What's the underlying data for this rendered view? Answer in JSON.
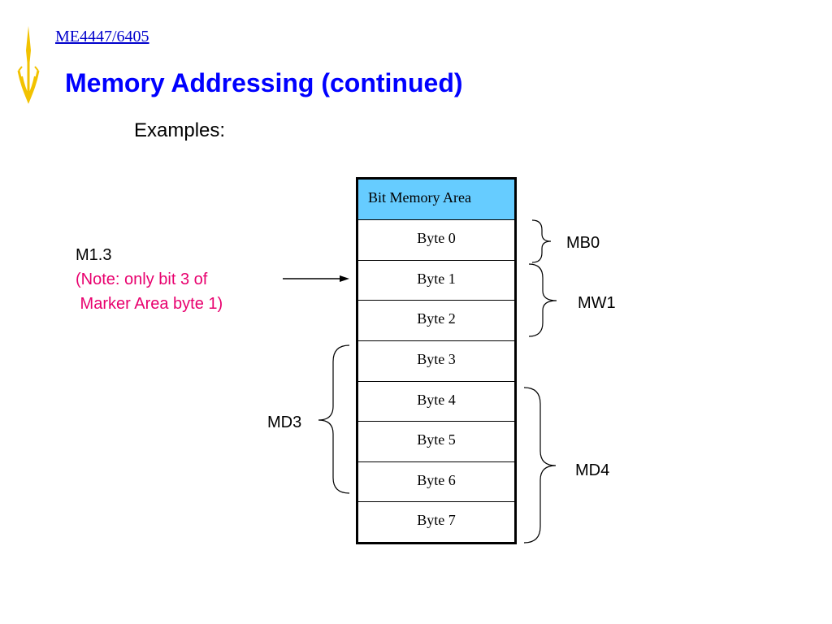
{
  "header": {
    "course_code": "ME4447/6405",
    "title": "Memory Addressing (continued)",
    "subtitle": "Examples:"
  },
  "table": {
    "header": "Bit Memory Area",
    "rows": [
      "Byte 0",
      "Byte 1",
      "Byte 2",
      "Byte 3",
      "Byte 4",
      "Byte 5",
      "Byte 6",
      "Byte 7"
    ]
  },
  "pointer": {
    "label": "M1.3",
    "note_line1": "(Note: only bit 3 of",
    "note_line2": " Marker Area byte 1)"
  },
  "groups": {
    "mb0": "MB0",
    "mw1": "MW1",
    "md3": "MD3",
    "md4": "MD4"
  },
  "colors": {
    "title": "#0000ff",
    "course_code": "#0000cc",
    "table_header_bg": "#66ccff",
    "note": "#e8006e",
    "logo": "#f2c200"
  }
}
